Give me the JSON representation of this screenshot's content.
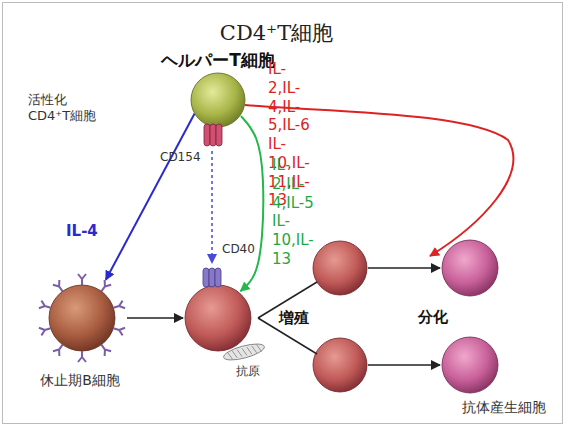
{
  "diagram": {
    "title": "CD4⁺T細胞",
    "nodes": [
      {
        "text": [
          "ヘルパーT細胞",
          "活性化 CD4⁺T細胞"
        ]
      },
      {
        "text": [
          "休止期B細胞"
        ]
      },
      {
        "text": [
          "CD40",
          "抗原"
        ]
      },
      {
        "text": [
          "抗体産生細胞"
        ]
      }
    ],
    "edges": [
      {
        "from": 0,
        "to": 1,
        "arrow": "to",
        "label": "IL-4"
      },
      {
        "from": 1,
        "to": 2,
        "arrow": "to"
      },
      {
        "from": 0,
        "to": 2,
        "arrow": "to",
        "label": "CD154"
      },
      {
        "from": 0,
        "to": 2,
        "arrow": "to",
        "label": "IL-2,IL-4,IL-5 IL-10,IL-13"
      }
    ],
    "labels": [
      "増殖",
      "分化",
      "IL-2,IL-4,IL-5,IL-6 IL-10,IL-11,IL-13"
    ]
  }
}
